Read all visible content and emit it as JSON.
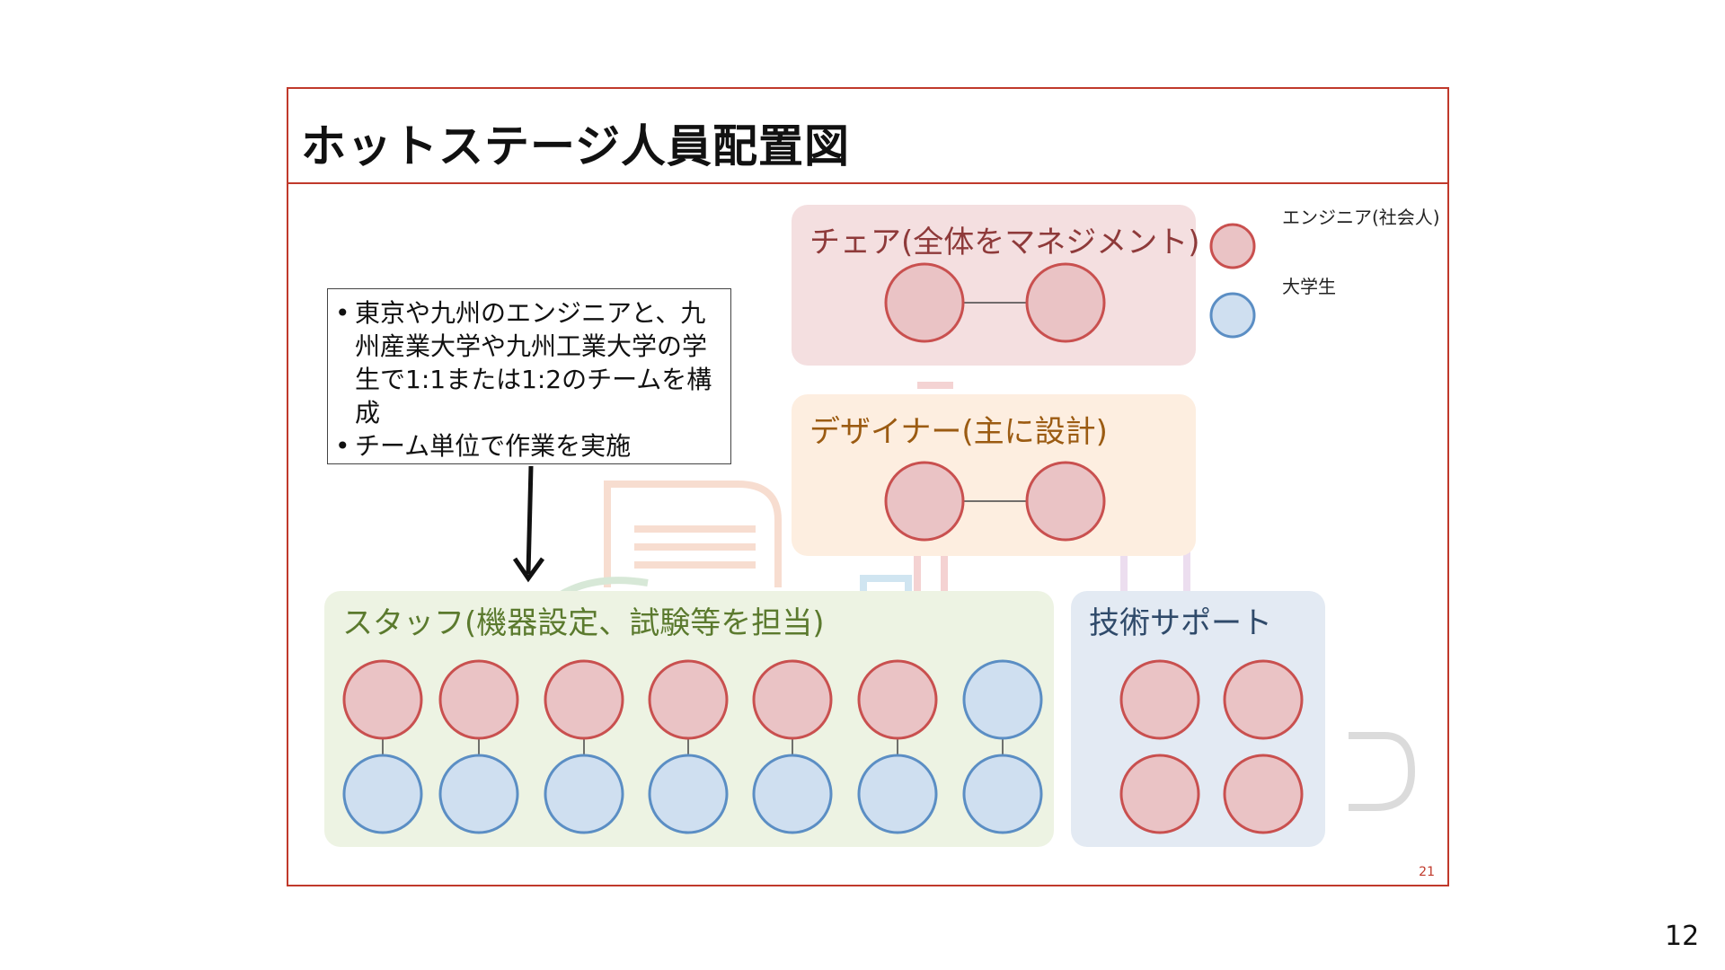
{
  "slide": {
    "title": "ホットステージ人員配置図",
    "page_number_small": "21"
  },
  "page_number": "12",
  "note": {
    "items": [
      "東京や九州のエンジニアと、九州産業大学や九州工業大学の学生で1:1または1:2のチームを構成",
      "チーム単位で作業を実施"
    ]
  },
  "groups": {
    "chair": {
      "label": "チェア(全体をマネジメント)"
    },
    "designer": {
      "label": "デザイナー(主に設計)"
    },
    "staff": {
      "label": "スタッフ(機器設定、試験等を担当)"
    },
    "support": {
      "label": "技術サポート"
    }
  },
  "legend": {
    "engineer": "エンジニア(社会人)",
    "student": "大学生"
  },
  "colors": {
    "border": "#c0392b",
    "engineer_fill": "#eac3c5",
    "engineer_stroke": "#c9504f",
    "student_fill": "#cfdff0",
    "student_stroke": "#5b8ec4"
  }
}
